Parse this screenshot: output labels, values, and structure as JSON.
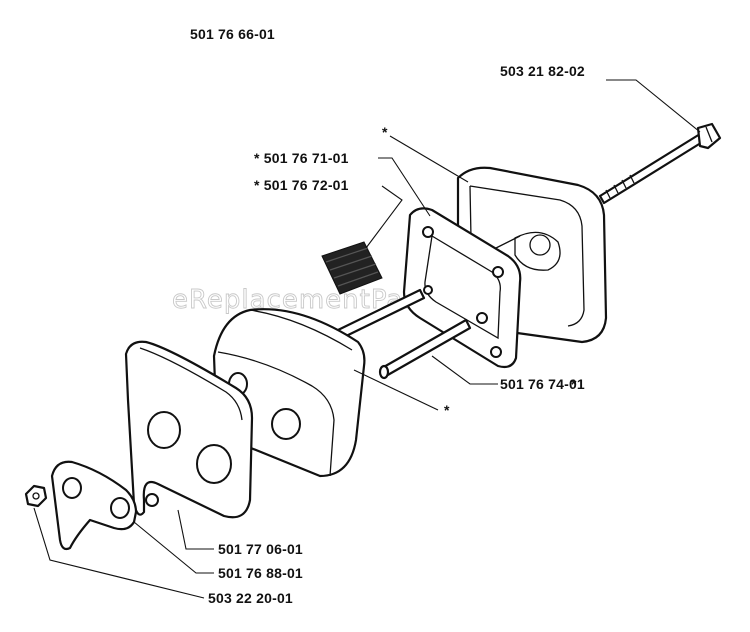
{
  "watermark": "eReplacementParts.com",
  "labels": {
    "top_part": "501 76 66-01",
    "bolt": "503 21 82-02",
    "star_housing": "*",
    "part_7171": "* 501 76 71-01",
    "part_7172": "* 501 76 72-01",
    "studs": "501 76 74-01",
    "studs_star": "*",
    "star_front": "*",
    "plate": "501 77 06-01",
    "bracket": "501 76 88-01",
    "nut": "503 22 20-01"
  }
}
